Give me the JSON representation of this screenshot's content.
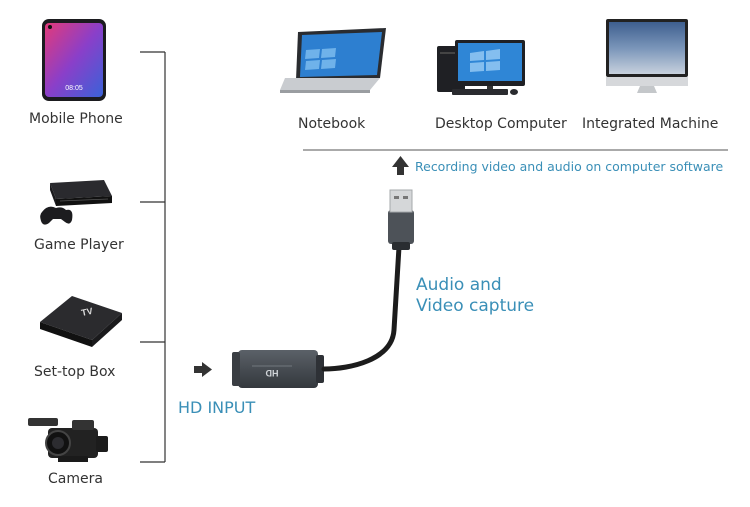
{
  "sources": {
    "items": [
      {
        "label": "Mobile Phone",
        "icon": "mobile-phone-icon"
      },
      {
        "label": "Game Player",
        "icon": "game-console-icon"
      },
      {
        "label": "Set-top Box",
        "icon": "set-top-box-icon"
      },
      {
        "label": "Camera",
        "icon": "video-camera-icon"
      }
    ],
    "input_label": "HD INPUT"
  },
  "device": {
    "capture_label_line1": "Audio and",
    "capture_label_line2": "Video capture",
    "stick_text": "HD"
  },
  "targets": {
    "items": [
      {
        "label": "Notebook",
        "icon": "laptop-icon"
      },
      {
        "label": "Desktop Computer",
        "icon": "desktop-computer-icon"
      },
      {
        "label": "Integrated Machine",
        "icon": "all-in-one-pc-icon"
      }
    ],
    "recording_label": "Recording video and audio on computer software"
  },
  "colors": {
    "accent": "#3a8fb7",
    "line": "#333333",
    "device": "#4a4f55"
  }
}
